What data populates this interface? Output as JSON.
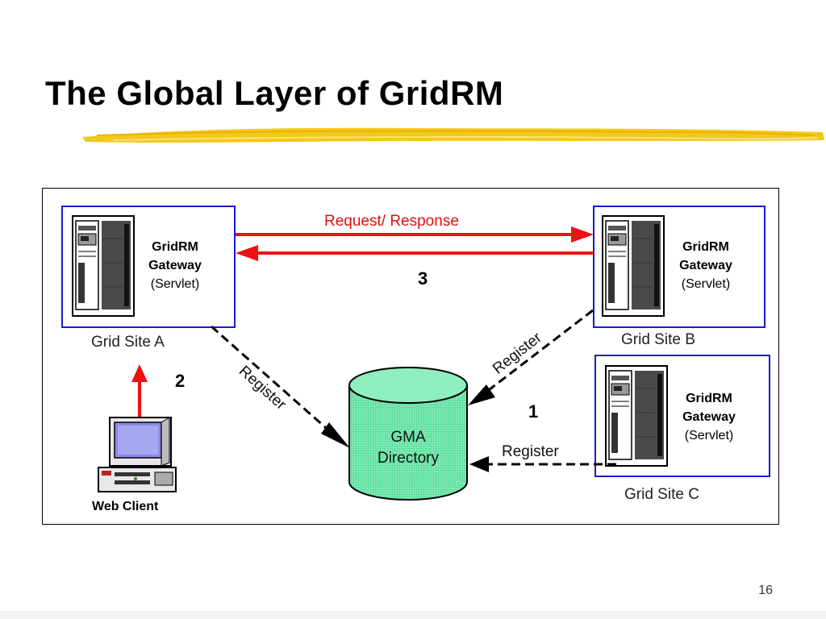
{
  "slide": {
    "title": "The Global Layer of GridRM",
    "page_number": "16"
  },
  "colors": {
    "accent_underline": "#f3c81c",
    "site_border": "#1a1ad6",
    "arrow_request": "#ee1111",
    "directory_fill": "#7ee8b0"
  },
  "sites": [
    {
      "id": "a",
      "gateway_title1": "GridRM",
      "gateway_title2": "Gateway",
      "gateway_sub": "(Servlet)",
      "caption": "Grid Site A"
    },
    {
      "id": "b",
      "gateway_title1": "GridRM",
      "gateway_title2": "Gateway",
      "gateway_sub": "(Servlet)",
      "caption": "Grid Site B"
    },
    {
      "id": "c",
      "gateway_title1": "GridRM",
      "gateway_title2": "Gateway",
      "gateway_sub": "(Servlet)",
      "caption": "Grid Site C"
    }
  ],
  "directory": {
    "line1": "GMA",
    "line2": "Directory"
  },
  "client": {
    "label": "Web Client"
  },
  "edges": {
    "request_response": "Request/ Response",
    "register_a": "Register",
    "register_b": "Register",
    "register_c": "Register"
  },
  "steps": {
    "one": "1",
    "two": "2",
    "three": "3"
  },
  "icons": [
    "server-tower-icon",
    "desktop-computer-icon",
    "database-cylinder-icon"
  ]
}
